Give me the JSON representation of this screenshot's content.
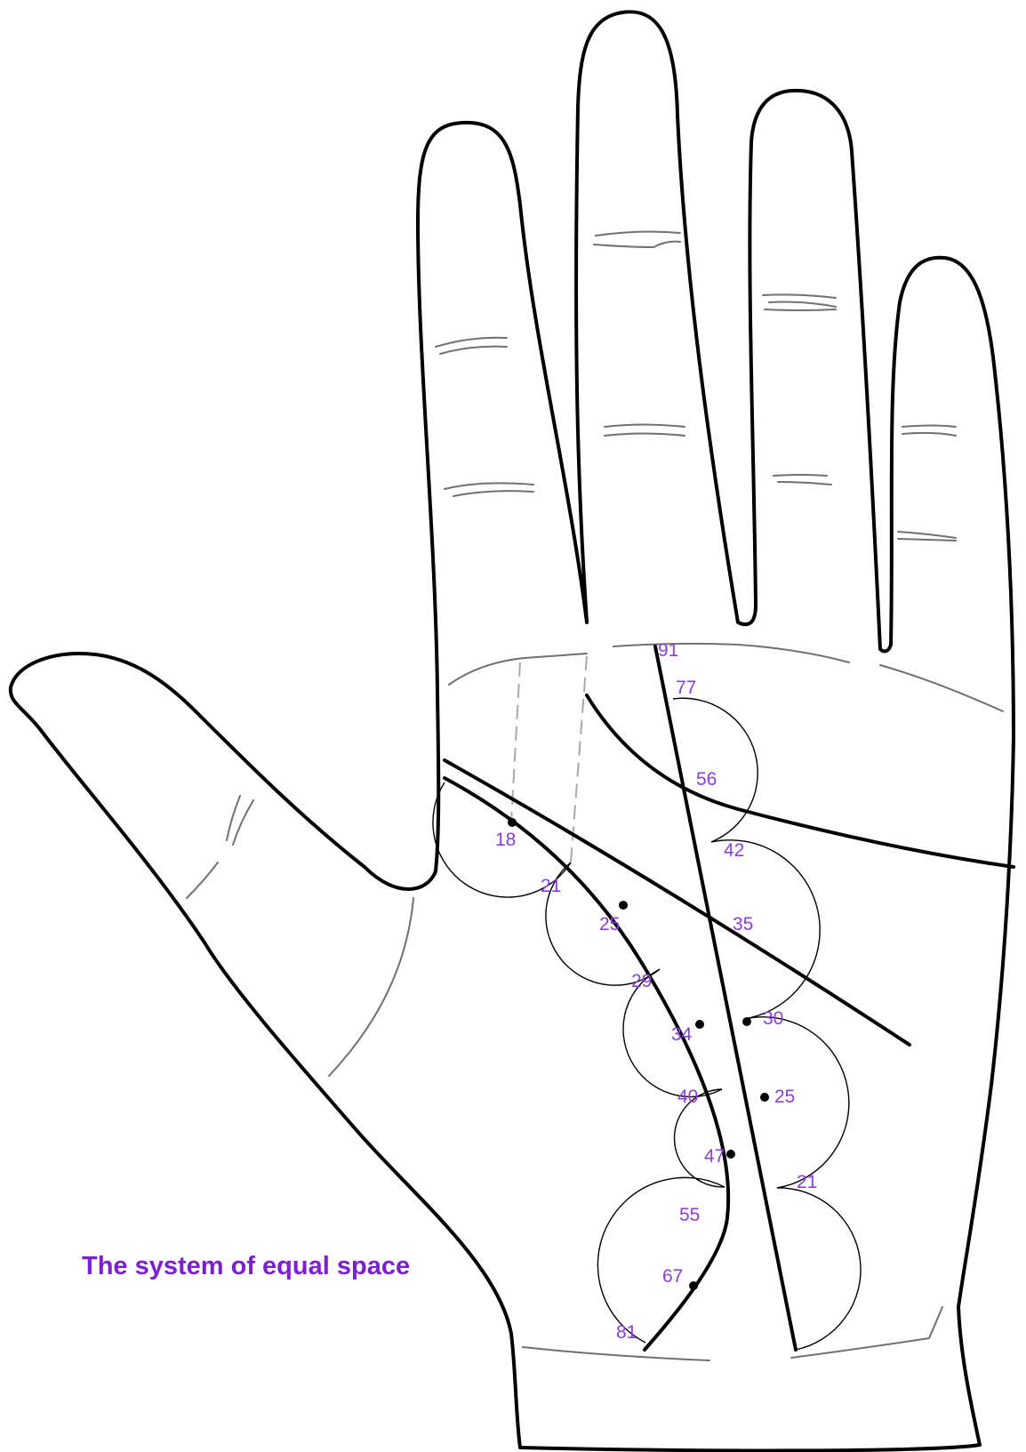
{
  "caption": "The system of equal space",
  "colors": {
    "label": "#8a3fd6",
    "caption": "#7a1fd2",
    "line": "#000000",
    "crease": "#707070"
  },
  "life_line_marks": [
    "18",
    "21",
    "25",
    "29",
    "34",
    "40",
    "47",
    "55",
    "67",
    "81"
  ],
  "fate_line_marks": [
    "91",
    "77",
    "56",
    "42",
    "35",
    "30",
    "25",
    "21"
  ]
}
